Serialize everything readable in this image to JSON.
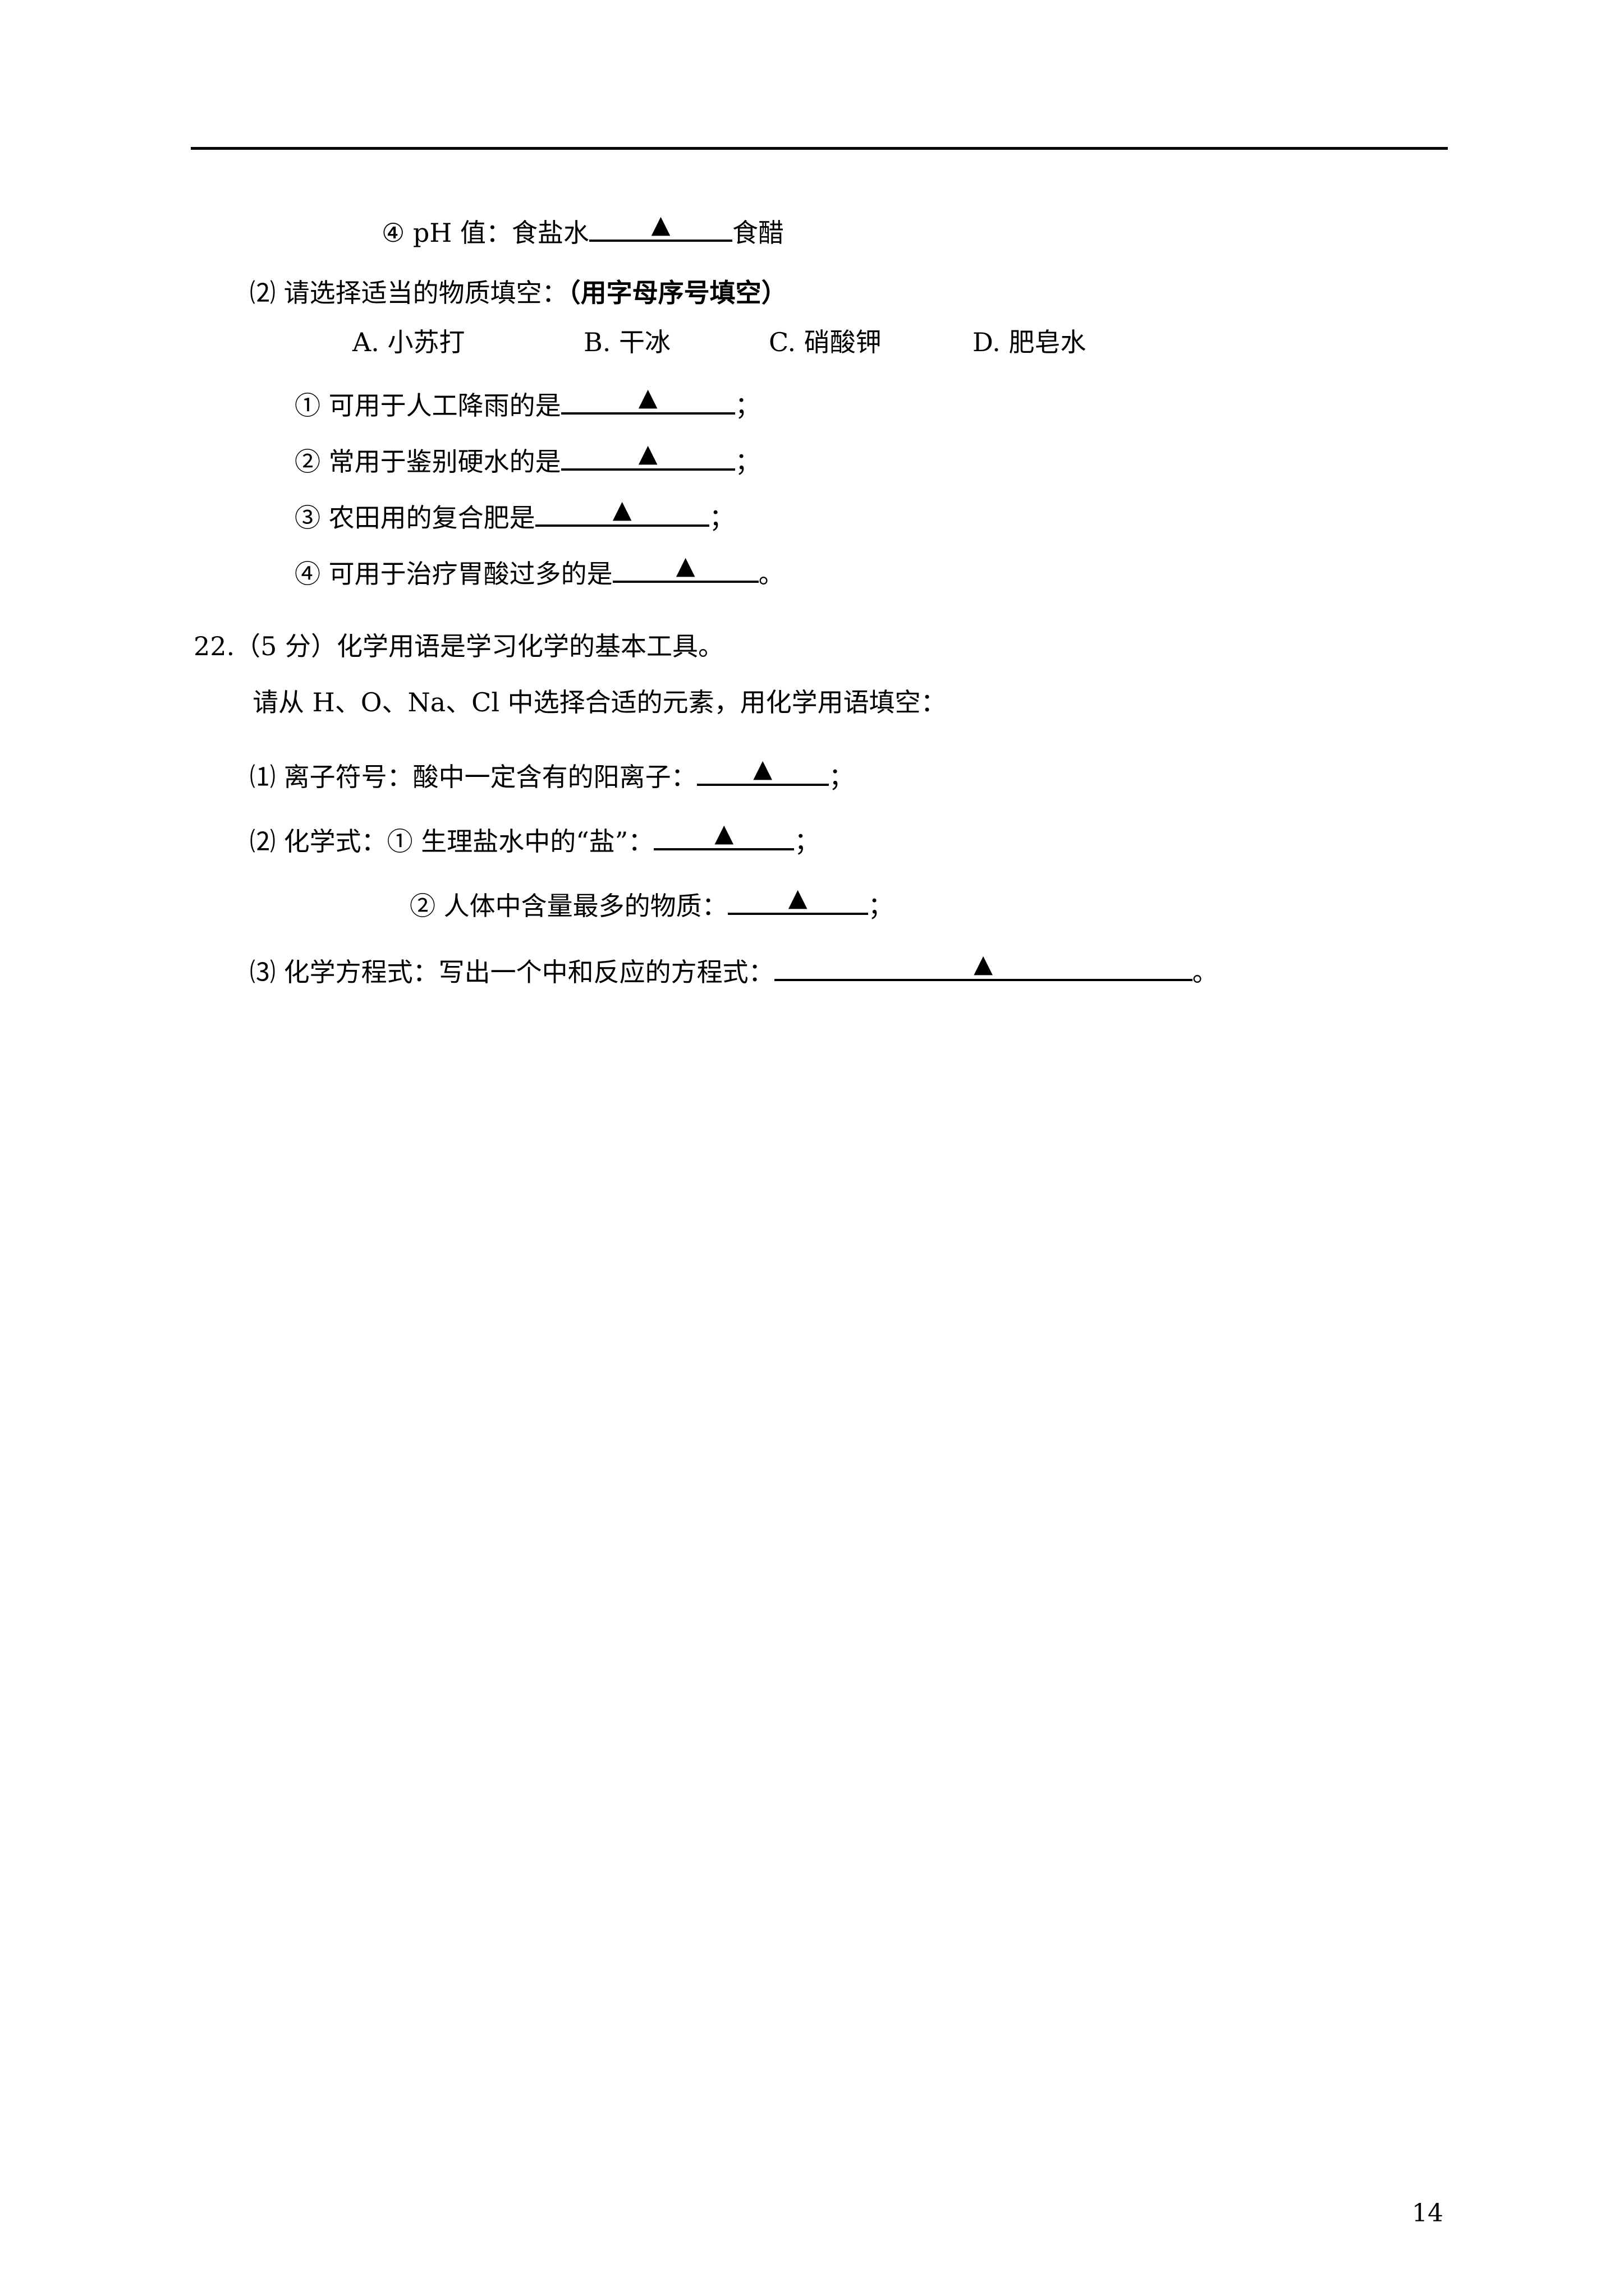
{
  "header": {},
  "blank_marker": "▲",
  "q21_4": {
    "prefix": "④ pH 值：食盐水",
    "suffix": "食醋"
  },
  "q21_2": {
    "lead": "⑵ 请选择适当的物质填空：",
    "lead_bold": "（用字母序号填空）",
    "options": [
      "A. 小苏打",
      "B. 干冰",
      "C. 硝酸钾",
      "D. 肥皂水"
    ],
    "items": [
      {
        "text": "① 可用于人工降雨的是",
        "end": "；"
      },
      {
        "text": "② 常用于鉴别硬水的是",
        "end": "；"
      },
      {
        "text": "③ 农田用的复合肥是",
        "end": "；"
      },
      {
        "text": "④ 可用于治疗胃酸过多的是",
        "end": "。"
      }
    ]
  },
  "q22": {
    "title": "22.（5 分）化学用语是学习化学的基本工具。",
    "intro": "请从 H、O、Na、Cl 中选择合适的元素，用化学用语填空：",
    "p1": {
      "text": "⑴ 离子符号：酸中一定含有的阳离子：",
      "end": "；"
    },
    "p2a": {
      "text": "⑵ 化学式：① 生理盐水中的“盐”：",
      "end": "；"
    },
    "p2b": {
      "text": "② 人体中含量最多的物质：",
      "end": "；"
    },
    "p3": {
      "text": "⑶ 化学方程式：写出一个中和反应的方程式：",
      "end": "。"
    }
  },
  "page_number": "14"
}
